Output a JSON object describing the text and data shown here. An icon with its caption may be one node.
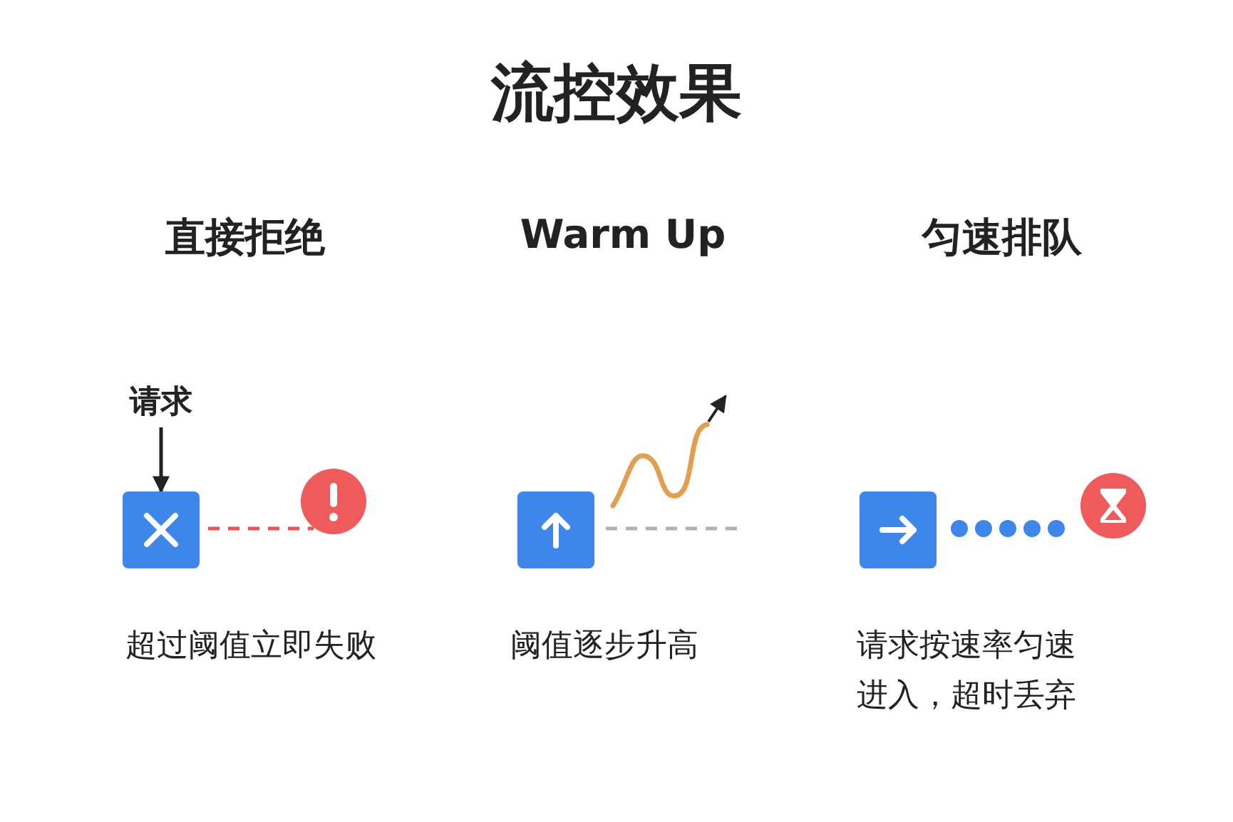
{
  "diagram": {
    "title": "流控效果",
    "nodes": [
      {
        "text": [
          "请求"
        ]
      },
      {
        "text": [],
        "shape": "box"
      },
      {
        "text": [],
        "shape": "circle"
      },
      {
        "text": [],
        "shape": "box"
      },
      {
        "text": [],
        "shape": "box"
      },
      {
        "text": [],
        "shape": "circle"
      }
    ],
    "edges": [
      {
        "from": 0,
        "to": 1,
        "arrow": "to"
      },
      {
        "from": 1,
        "to": 2,
        "arrow": "none",
        "style": "dashed",
        "color": "#ef5350"
      },
      {
        "from": 3,
        "to": null,
        "arrow": "none",
        "style": "dashed",
        "color": "#b0b0b0"
      }
    ],
    "labels": [
      "直接拒绝",
      "Warm Up",
      "匀速排队",
      "超过阈值立即失败",
      "阈值逐步升高",
      "请求按速率匀速进入，超时丢弃"
    ]
  }
}
